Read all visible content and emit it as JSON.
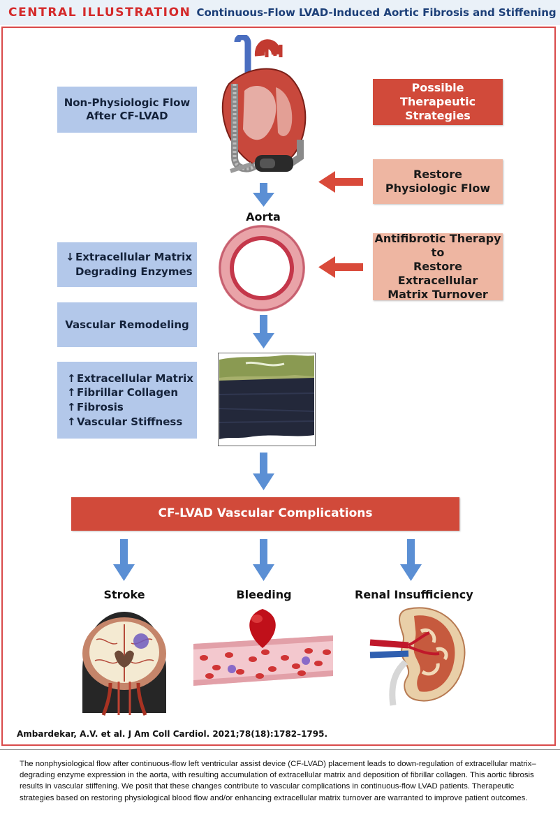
{
  "header": {
    "kicker": "CENTRAL ILLUSTRATION",
    "title": "Continuous-Flow LVAD-Induced Aortic Fibrosis and Stiffening"
  },
  "left_boxes": {
    "flow": "Non-Physiologic Flow\nAfter CF-LVAD",
    "enzymes": [
      "Extracellular Matrix",
      "Degrading Enzymes"
    ],
    "remodeling": "Vascular Remodeling",
    "increases": [
      "Extracellular Matrix",
      "Fibrillar Collagen",
      "Fibrosis",
      "Vascular Stiffness"
    ]
  },
  "right_boxes": {
    "strategies": "Possible Therapeutic\nStrategies",
    "restore_flow": "Restore\nPhysiologic Flow",
    "antifibrotic": "Antifibrotic Therapy to\nRestore Extracellular\nMatrix Turnover"
  },
  "aorta_label": "Aorta",
  "complications_banner": "CF-LVAD Vascular Complications",
  "complications": [
    "Stroke",
    "Bleeding",
    "Renal Insufficiency"
  ],
  "citation": "Ambardekar, A.V. et al. J Am Coll Cardiol. 2021;78(18):1782–1795.",
  "caption": "The nonphysiological flow after continuous-flow left ventricular assist device (CF-LVAD) placement leads to down-regulation of extracellular matrix–degrading enzyme expression in the aorta, with resulting accumulation of extracellular matrix and deposition of fibrillar collagen. This aortic fibrosis results in vascular stiffening. We posit that these changes contribute to vascular complications in continuous-flow LVAD patients. Therapeutic strategies based on restoring physiological blood flow and/or enhancing extracellular matrix turnover are warranted to improve patient outcomes.",
  "colors": {
    "accent_red": "#d42a2a",
    "title_blue": "#1c3f78",
    "box_blue": "#b3c8ea",
    "box_red": "#d14a3a",
    "box_salmon": "#eeb6a2",
    "arrow_blue": "#5b8fd4",
    "arrow_red": "#d94a3a"
  }
}
